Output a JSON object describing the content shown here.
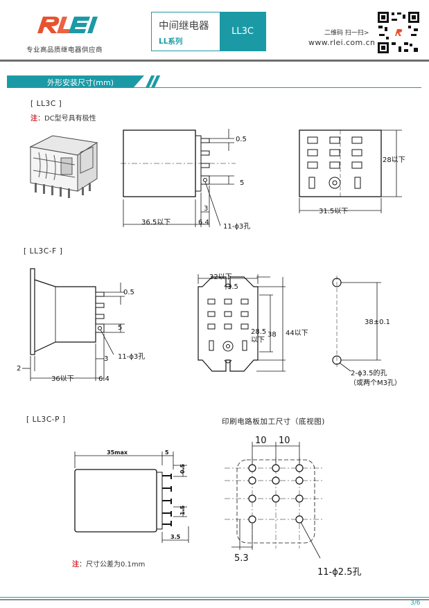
{
  "header": {
    "logo_text": "RLEi",
    "tagline": "专业高品质继电器供应商",
    "product_name": "中间继电器",
    "product_series": "LL系列",
    "model": "LL3C",
    "qr_label": "二维码 扫一扫>",
    "website": "www.rlei.com.cn"
  },
  "section": {
    "title": "外形安装尺寸(mm)"
  },
  "ll3c": {
    "label": "[ LL3C ]",
    "note_prefix": "注",
    "note_text": "：DC型号具有极性",
    "dims": {
      "d1": "0.5",
      "d2": "5",
      "d3": "3",
      "d4": "36.5以下",
      "d5": "6.4",
      "d6": "11-ϕ3孔",
      "d7": "28以下",
      "d8": "31.5以下"
    }
  },
  "ll3cf": {
    "label": "[ LL3C-F ]",
    "dims": {
      "d1": "0.5",
      "d2": "5",
      "d3": "3",
      "d4": "11-ϕ3孔",
      "d5": "2",
      "d6": "36以下",
      "d7": "6.4",
      "d8": "32以下",
      "d9": "3.5",
      "d10": "28.5",
      "d11": "以下",
      "d12": "38",
      "d13": "44以下",
      "d14": "38±0.1",
      "d15": "2-ϕ3.5的孔",
      "d16": "（或两个M3孔）"
    }
  },
  "ll3cp": {
    "label": "[ LL3C-P ]",
    "dims": {
      "d1": "35max",
      "d2": "5",
      "d3": "0.5",
      "d4": "1.5",
      "d5": "3.5"
    },
    "note_prefix": "注",
    "note_text": "：尺寸公差为0.1mm"
  },
  "pcb": {
    "title": "印刷电路板加工尺寸（底视图)",
    "d1": "10",
    "d2": "10",
    "d3": "5.3",
    "d4": "11-ϕ2.5孔"
  },
  "footer": {
    "page": "3/6"
  },
  "colors": {
    "accent": "#1b9aa6",
    "logo_red": "#e8522e",
    "note_red": "#d0262c"
  }
}
